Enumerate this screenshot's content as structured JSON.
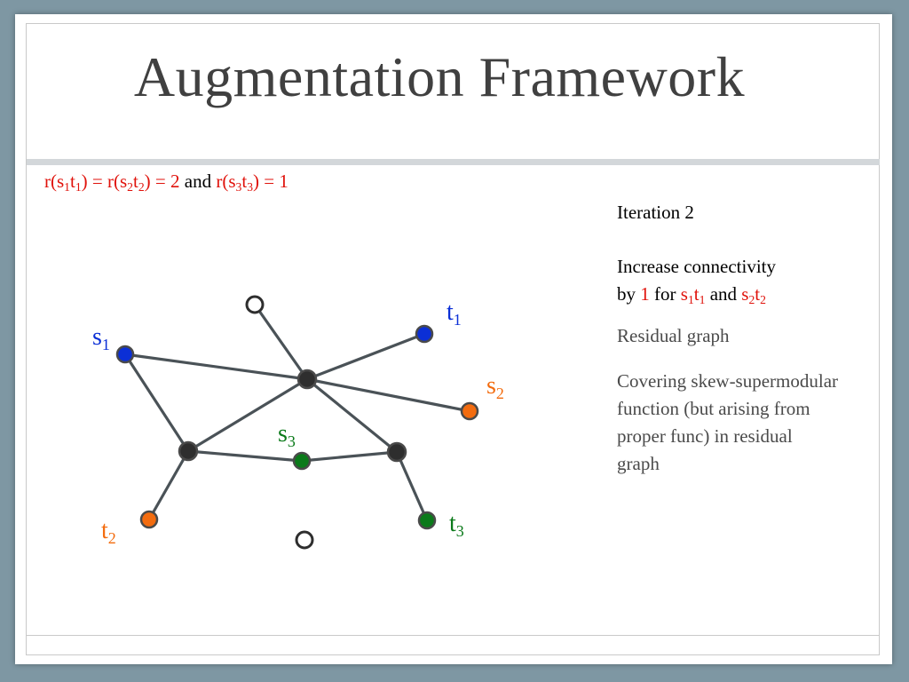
{
  "title": "Augmentation Framework",
  "formula": {
    "part1": "r(s",
    "s1": "1",
    "t1": "t",
    "t1s": "1",
    "mid": ") = r(s",
    "s2": "2",
    "t2": "t",
    "t2s": "2",
    "eq2": ") = 2",
    "and": " and ",
    "part3": "r(s",
    "s3": "3",
    "t3": "t",
    "t3s": "3",
    "eq1": ") = 1"
  },
  "side": {
    "iteration": "Iteration 2",
    "increase_line1": "Increase connectivity",
    "increase_by": "by ",
    "increase_num": "1",
    "increase_for": " for ",
    "pair1_s": "s",
    "pair1_ss": "1",
    "pair1_t": "t",
    "pair1_ts": "1",
    "increase_and": " and ",
    "pair2_s": "s",
    "pair2_ss": "2",
    "pair2_t": "t",
    "pair2_ts": "2",
    "residual": "Residual graph",
    "covering": "Covering skew-supermodular function (but arising from proper func) in residual graph"
  },
  "graph": {
    "colors": {
      "blue": "#0b2fd6",
      "orange": "#f36c0f",
      "green": "#0b7a1a",
      "dark": "#2e2e2e",
      "edge": "#4a5257"
    },
    "labels": {
      "s1": {
        "base": "s",
        "sub": "1"
      },
      "t1": {
        "base": "t",
        "sub": "1"
      },
      "s2": {
        "base": "s",
        "sub": "2"
      },
      "t2": {
        "base": "t",
        "sub": "2"
      },
      "s3": {
        "base": "s",
        "sub": "3"
      },
      "t3": {
        "base": "t",
        "sub": "3"
      }
    }
  }
}
